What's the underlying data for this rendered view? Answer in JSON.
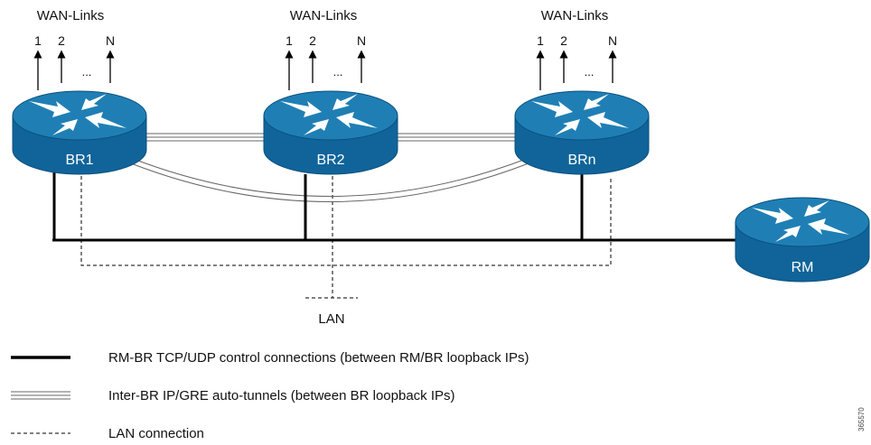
{
  "colors": {
    "router_top": "#1f7fb5",
    "router_side": "#10649a",
    "router_edge": "#0b4f7d",
    "router_label": "#ffffff",
    "line": "#000000",
    "text": "#111111",
    "tunnel": "#8a8a8a"
  },
  "routers": [
    {
      "id": "br1",
      "label": "BR1",
      "icon": "router-icon"
    },
    {
      "id": "br2",
      "label": "BR2",
      "icon": "router-icon"
    },
    {
      "id": "brn",
      "label": "BRn",
      "icon": "router-icon"
    },
    {
      "id": "rm",
      "label": "RM",
      "icon": "router-icon"
    }
  ],
  "wan_groups": [
    {
      "title": "WAN-Links",
      "links": [
        "1",
        "2",
        "N"
      ],
      "ellipsis": "..."
    },
    {
      "title": "WAN-Links",
      "links": [
        "1",
        "2",
        "N"
      ],
      "ellipsis": "..."
    },
    {
      "title": "WAN-Links",
      "links": [
        "1",
        "2",
        "N"
      ],
      "ellipsis": "..."
    }
  ],
  "lan_label": "LAN",
  "legend": [
    {
      "style": "thick",
      "text": "RM-BR TCP/UDP control connections (between RM/BR loopback IPs)"
    },
    {
      "style": "double",
      "text": "Inter-BR IP/GRE auto-tunnels (between BR loopback IPs)"
    },
    {
      "style": "dashed",
      "text": "LAN connection"
    }
  ],
  "figure_id": "365570"
}
